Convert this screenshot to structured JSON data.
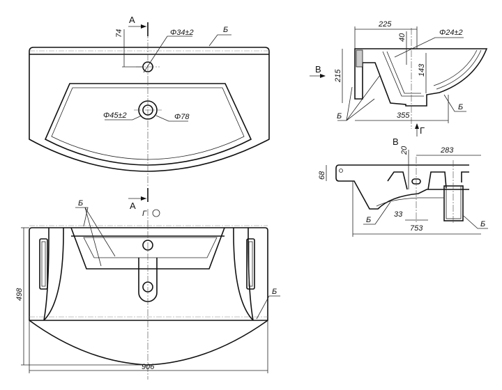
{
  "top_view": {
    "section_mark_top": "А",
    "dim_74": "74",
    "dim_hole_top": "Φ34±2",
    "label_b": "Б",
    "dim_drain_inner": "Φ45±2",
    "dim_drain_outer": "Φ78",
    "section_mark_bottom": "А"
  },
  "bottom_view": {
    "view_label": "Г",
    "label_b_top": "Б",
    "label_b_right": "Б",
    "dim_height": "498",
    "dim_width": "906"
  },
  "section_view": {
    "dim_225": "225",
    "dim_40": "40",
    "dim_hole": "Φ24±2",
    "view_arrow": "В",
    "dim_215": "215",
    "dim_143": "143",
    "dim_355": "355",
    "label_b_left": "Б",
    "label_b_right": "Б",
    "view_arrow_g": "Г"
  },
  "side_view": {
    "view_label": "В",
    "dim_20": "20",
    "dim_283": "283",
    "dim_68": "68",
    "dim_33": "33",
    "dim_753": "753",
    "label_b_left": "Б",
    "label_b_right": "Б"
  }
}
